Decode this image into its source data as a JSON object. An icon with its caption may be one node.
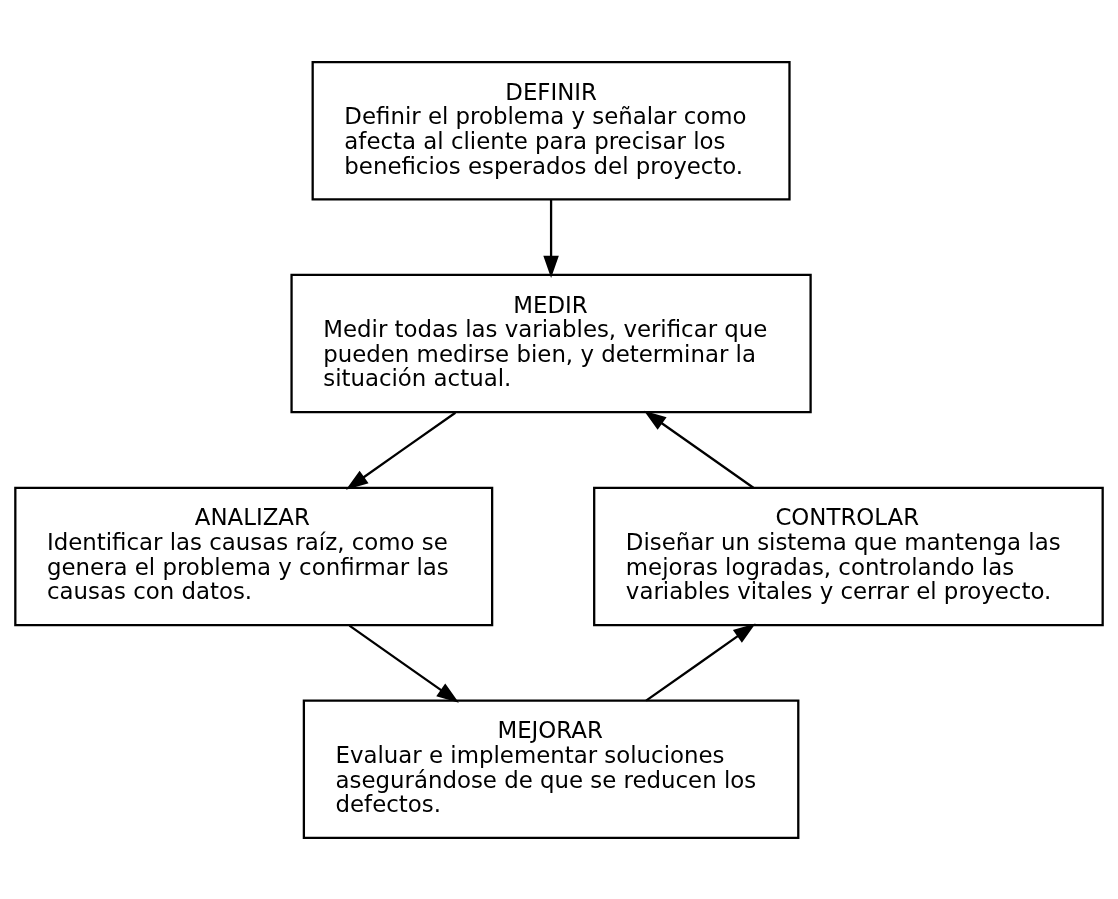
{
  "diagram": {
    "nodes": [
      {
        "text": [
          "DEFINIR",
          "Definir el problema y señalar como afecta al cliente para precisar los beneficios esperados del proyecto."
        ]
      },
      {
        "text": [
          "MEDIR",
          "Medir todas las variables, verificar que pueden medirse bien, y determinar la situación actual."
        ]
      },
      {
        "text": [
          "CONTROLAR",
          "Diseñar un sistema que mantenga las mejoras logradas, controlando las variables vitales y cerrar el proyecto."
        ]
      },
      {
        "text": [
          "ANALIZAR",
          "Identificar las causas raíz, como se genera el problema y confirmar las causas con datos."
        ]
      },
      {
        "text": [
          "MEJORAR",
          "Evaluar e implementar soluciones asegurándose de que se reducen los defectos."
        ]
      }
    ],
    "edges": [
      {
        "from": 0,
        "to": 1,
        "arrow": "to"
      },
      {
        "from": 1,
        "to": 3,
        "arrow": "to"
      },
      {
        "from": 3,
        "to": 4,
        "arrow": "to"
      },
      {
        "from": 4,
        "to": 2,
        "arrow": "to"
      },
      {
        "from": 2,
        "to": 1,
        "arrow": "to"
      }
    ]
  }
}
